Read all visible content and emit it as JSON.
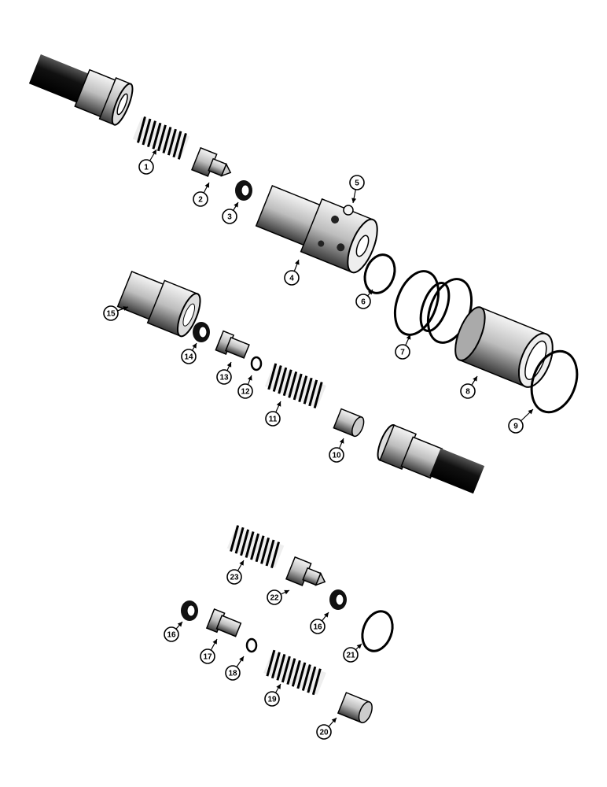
{
  "diagram": {
    "callouts": [
      {
        "id": "c1",
        "number": "1"
      },
      {
        "id": "c2",
        "number": "2"
      },
      {
        "id": "c3",
        "number": "3"
      },
      {
        "id": "c4",
        "number": "4"
      },
      {
        "id": "c5",
        "number": "5"
      },
      {
        "id": "c6",
        "number": "6"
      },
      {
        "id": "c7",
        "number": "7"
      },
      {
        "id": "c8",
        "number": "8"
      },
      {
        "id": "c9",
        "number": "9"
      },
      {
        "id": "c10",
        "number": "10"
      },
      {
        "id": "c11",
        "number": "11"
      },
      {
        "id": "c12",
        "number": "12"
      },
      {
        "id": "c13",
        "number": "13"
      },
      {
        "id": "c14",
        "number": "14"
      },
      {
        "id": "c15",
        "number": "15"
      },
      {
        "id": "c16a",
        "number": "16"
      },
      {
        "id": "c16b",
        "number": "16"
      },
      {
        "id": "c17",
        "number": "17"
      },
      {
        "id": "c18",
        "number": "18"
      },
      {
        "id": "c19",
        "number": "19"
      },
      {
        "id": "c20",
        "number": "20"
      },
      {
        "id": "c21",
        "number": "21"
      },
      {
        "id": "c22",
        "number": "22"
      },
      {
        "id": "c23",
        "number": "23"
      }
    ]
  }
}
